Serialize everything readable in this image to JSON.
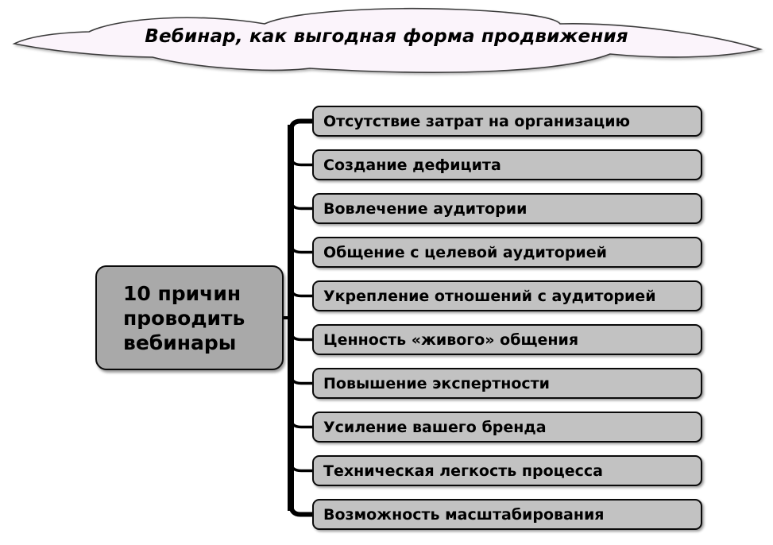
{
  "cloud": {
    "title": "Вебинар, как выгодная форма продвижения"
  },
  "root": {
    "label": "10 причин проводить вебинары"
  },
  "branches": [
    {
      "label": "Отсутствие затрат на организацию"
    },
    {
      "label": "Создание дефицита"
    },
    {
      "label": "Вовлечение аудитории"
    },
    {
      "label": "Общение с целевой аудиторией"
    },
    {
      "label": "Укрепление отношений с аудиторией"
    },
    {
      "label": "Ценность «живого» общения"
    },
    {
      "label": "Повышение экспертности"
    },
    {
      "label": "Усиление вашего бренда"
    },
    {
      "label": "Техническая легкость процесса"
    },
    {
      "label": "Возможность масштабирования"
    }
  ],
  "colors": {
    "branch_box_fill": "#c2c2c2",
    "root_box_fill": "#a9a9a9",
    "cloud_fill": "#fbf4fb",
    "outline": "#000000",
    "text": "#000000",
    "background": "#ffffff"
  }
}
